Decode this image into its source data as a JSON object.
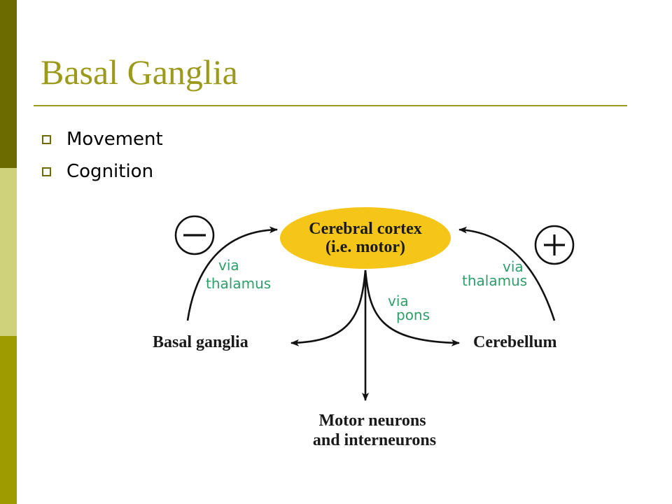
{
  "slide": {
    "title": "Basal Ganglia",
    "bullets": [
      "Movement",
      "Cognition"
    ]
  },
  "diagram": {
    "center_node": {
      "line1": "Cerebral cortex",
      "line2": "(i.e. motor)"
    },
    "left_node": "Basal ganglia",
    "right_node": "Cerebellum",
    "bottom_node": {
      "line1": "Motor neurons",
      "line2": "and interneurons"
    },
    "left_pathway": {
      "line1": "via",
      "line2": "thalamus",
      "sign": "−"
    },
    "right_pathway": {
      "line1": "via",
      "line2": "thalamus",
      "sign": "+"
    },
    "center_pathway": {
      "line1": "via",
      "line2": "pons"
    },
    "colors": {
      "ellipse": "#f5c518",
      "pathway_label": "#2e9e6a",
      "title": "#9c9a1c"
    }
  }
}
